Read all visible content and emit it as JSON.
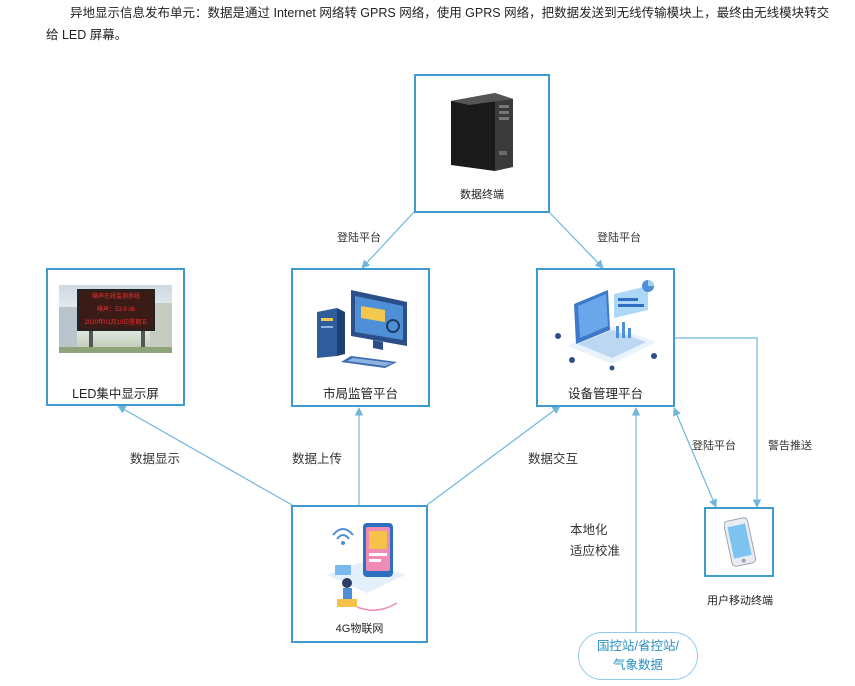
{
  "intro": {
    "text": "异地显示信息发布单元：数据是通过 Internet 网络转 GPRS 网络，使用 GPRS 网络，把数据发送到无线传输模块上，最终由无线模块转交给 LED 屏幕。"
  },
  "nodes": {
    "data_terminal": {
      "label": "数据终端"
    },
    "led_screen": {
      "label": "LED集中显示屏",
      "screen_line1": "噪声在线监测系统",
      "screen_line2": "噪声：53.9 db",
      "screen_line3": "2020年01月10日星期五"
    },
    "city_monitor": {
      "label": "市局监管平台"
    },
    "device_mgmt": {
      "label": "设备管理平台"
    },
    "iot_4g": {
      "label": "4G物联网"
    },
    "mobile_terminal": {
      "label": "用户移动终端"
    }
  },
  "edges": {
    "login_left": "登陆平台",
    "login_right": "登陆平台",
    "data_display": "数据显示",
    "data_upload": "数据上传",
    "data_exchange": "数据交互",
    "localize_1": "本地化",
    "localize_2": "适应校准",
    "login_mobile": "登陆平台",
    "alert_push": "警告推送"
  },
  "source": {
    "line1": "国控站/省控站/",
    "line2": "气象数据"
  },
  "colors": {
    "border": "#3d9bd0",
    "line": "#6fb6dd",
    "pill_text": "#2a8fc4"
  }
}
